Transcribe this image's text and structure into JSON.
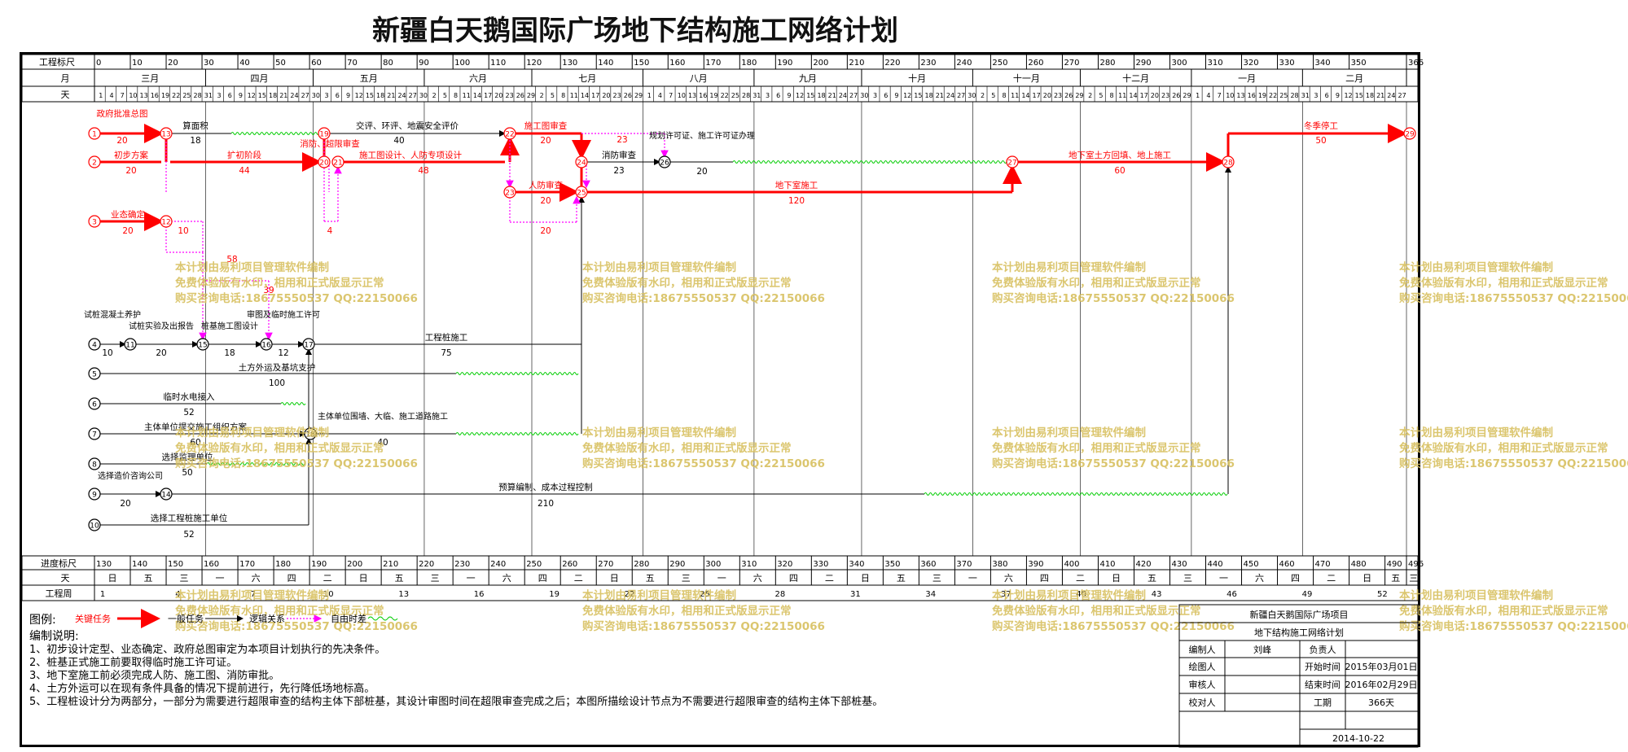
{
  "title": "新疆白天鹅国际广场地下结构施工网络计划",
  "header": {
    "row_scale_label": "工程标尺",
    "row_month_label": "月",
    "row_day_label": "天",
    "scale_ticks": [
      "0",
      "10",
      "20",
      "30",
      "40",
      "50",
      "60",
      "70",
      "80",
      "90",
      "100",
      "110",
      "120",
      "130",
      "140",
      "150",
      "160",
      "170",
      "180",
      "190",
      "200",
      "210",
      "220",
      "230",
      "240",
      "250",
      "260",
      "270",
      "280",
      "290",
      "300",
      "310",
      "320",
      "330",
      "340",
      "350",
      "366"
    ],
    "months": [
      "三月",
      "四月",
      "五月",
      "六月",
      "七月",
      "八月",
      "九月",
      "十月",
      "十一月",
      "十二月",
      "一月",
      "二月"
    ],
    "days": [
      "1",
      "4",
      "7",
      "10",
      "13",
      "16",
      "19",
      "22",
      "25",
      "28",
      "31",
      "3",
      "6",
      "9",
      "12",
      "15",
      "18",
      "21",
      "24",
      "27",
      "30",
      "3",
      "6",
      "9",
      "12",
      "15",
      "18",
      "21",
      "24",
      "27",
      "30",
      "2",
      "5",
      "8",
      "11",
      "14",
      "17",
      "20",
      "23",
      "26",
      "29",
      "2",
      "5",
      "8",
      "11",
      "14",
      "17",
      "20",
      "23",
      "26",
      "29",
      "1",
      "4",
      "7",
      "10",
      "13",
      "16",
      "19",
      "22",
      "25",
      "28",
      "31",
      "3",
      "6",
      "9",
      "12",
      "15",
      "18",
      "21",
      "24",
      "27",
      "30",
      "3",
      "6",
      "9",
      "12",
      "15",
      "18",
      "21",
      "24",
      "27",
      "30",
      "2",
      "5",
      "8",
      "11",
      "14",
      "17",
      "20",
      "23",
      "26",
      "29",
      "2",
      "5",
      "8",
      "11",
      "14",
      "17",
      "20",
      "23",
      "26",
      "29",
      "1",
      "4",
      "7",
      "10",
      "13",
      "16",
      "19",
      "22",
      "25",
      "28",
      "31",
      "3",
      "6",
      "9",
      "12",
      "15",
      "18",
      "21",
      "24",
      "27"
    ]
  },
  "footer_rows": {
    "progress_label": "进度标尺",
    "progress_ticks": [
      "130",
      "140",
      "150",
      "160",
      "170",
      "180",
      "190",
      "200",
      "210",
      "220",
      "230",
      "240",
      "250",
      "260",
      "270",
      "280",
      "290",
      "300",
      "310",
      "320",
      "330",
      "340",
      "350",
      "360",
      "370",
      "380",
      "390",
      "400",
      "410",
      "420",
      "430",
      "440",
      "450",
      "460",
      "470",
      "480",
      "490",
      "496"
    ],
    "weekday_label": "天",
    "weekdays": [
      "日",
      "五",
      "三",
      "一",
      "六",
      "四",
      "二",
      "日",
      "五",
      "三",
      "一",
      "六",
      "四",
      "二",
      "日",
      "五",
      "三",
      "一",
      "六",
      "四",
      "二",
      "日",
      "五",
      "三",
      "一",
      "六",
      "四",
      "二",
      "日",
      "五",
      "三",
      "一",
      "六",
      "四",
      "二",
      "日",
      "五",
      "三"
    ],
    "week_label": "工程周",
    "weeks": [
      "1",
      "4",
      "7",
      "10",
      "13",
      "16",
      "19",
      "22",
      "25",
      "28",
      "31",
      "34",
      "37",
      "40",
      "43",
      "46",
      "49",
      "52"
    ]
  },
  "tasks": {
    "gov": "政府批准总图",
    "gov_d": "20",
    "build_area": "算面积",
    "build_area_d": "18",
    "traffic": "交评、环评、地震安全评价",
    "traffic_d": "40",
    "overlimit": "消防、超限审查",
    "drawing_review": "施工图审查",
    "drawing_review_d": "20",
    "planning_permit": "规划许可证、施工许可证办理",
    "planning_permit_d": "20",
    "prelim": "初步方案",
    "prelim_d": "20",
    "expand": "扩初阶段",
    "expand_d": "44",
    "design": "施工图设计、人防专项设计",
    "design_d": "48",
    "fire_review": "消防审查",
    "fire_review_d": "23",
    "d23": "23",
    "backfill": "地下室土方回填、地上施工",
    "backfill_d": "60",
    "winter": "冬季停工",
    "winter_d": "50",
    "civil_defense": "人防审查",
    "civil_defense_d": "20",
    "basement": "地下室施工",
    "basement_d": "120",
    "format": "业态确定",
    "format_d": "20",
    "d10": "10",
    "d20b": "20",
    "d58": "58",
    "d39": "39",
    "d4": "4",
    "test_pile": "试桩混凝土养护",
    "test_pile_d": "10",
    "test_report": "试桩实验及出报告",
    "test_report_d": "20",
    "pile_design": "桩基施工图设计",
    "pile_design_d": "18",
    "review_permit": "审图及临时施工许可",
    "review_permit_d": "12",
    "pile_works": "工程桩施工",
    "pile_works_d": "75",
    "earth": "土方外运及基坑支护",
    "earth_d": "100",
    "utility": "临时水电接入",
    "utility_d": "52",
    "org_plan": "主体单位提交施工组织方案",
    "org_plan_d": "60",
    "wall": "主体单位围墙、大临、施工道路施工",
    "wall_d": "40",
    "supervisor": "选择监理单位",
    "supervisor_d": "50",
    "cost_consult": "选择造价咨询公司",
    "cost_consult_d": "20",
    "budget": "预算编制、成本过程控制",
    "budget_d": "210",
    "pile_contractor": "选择工程桩施工单位",
    "pile_contractor_d": "52"
  },
  "nodes": [
    "1",
    "2",
    "3",
    "4",
    "5",
    "6",
    "7",
    "8",
    "9",
    "10",
    "11",
    "12",
    "13",
    "14",
    "15",
    "16",
    "17",
    "18",
    "19",
    "20",
    "21",
    "22",
    "23",
    "24",
    "25",
    "26",
    "27",
    "28",
    "29"
  ],
  "watermark": [
    "本计划由易利项目管理软件编制",
    "免费体验版有水印，相用和正式版显示正常",
    "购买咨询电话:18675550537 QQ:22150066"
  ],
  "legend": {
    "label": "图例:",
    "critical": "关键任务",
    "normal": "一般任务",
    "logic": "逻辑关系",
    "float": "自由时差"
  },
  "notes": [
    "编制说明:",
    "1、初步设计定型、业态确定、政府总图审定为本项目计划执行的先决条件。",
    "2、桩基正式施工前要取得临时施工许可证。",
    "3、地下室施工前必须完成人防、施工图、消防审批。",
    "4、土方外运可以在现有条件具备的情况下提前进行，先行降低场地标高。",
    "5、工程桩设计分为两部分，一部分为需要进行超限审查的结构主体下部桩基，其设计审图时间在超限审查完成之后；本图所描绘设计节点为不需要进行超限审查的结构主体下部桩基。"
  ],
  "titleblock": {
    "project": "新疆白天鹅国际广场项目",
    "drawing": "地下结构施工网络计划",
    "compiler_label": "编制人",
    "compiler": "刘峰",
    "owner_label": "负责人",
    "owner": "",
    "drafter_label": "绘图人",
    "drafter": "",
    "start_label": "开始时间",
    "start": "2015年03月01日",
    "reviewer_label": "审核人",
    "reviewer": "",
    "end_label": "结束时间",
    "end": "2016年02月29日",
    "checker_label": "校对人",
    "checker": "",
    "duration_label": "工期",
    "duration": "366天",
    "date": "2014-10-22"
  },
  "colors": {
    "critical": "#ff0000",
    "normal": "#000000",
    "logic": "#ff00ff",
    "float": "#00c000",
    "watermark": "#d8c060"
  }
}
